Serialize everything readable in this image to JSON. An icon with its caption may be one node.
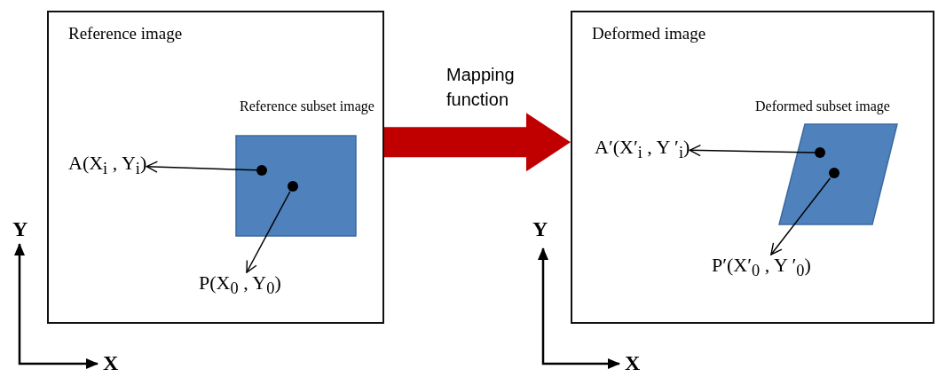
{
  "diagram": {
    "nodes": [
      {
        "text": [
          "Reference image"
        ]
      },
      {
        "text": [
          "Reference subset image"
        ],
        "in": 0
      },
      {
        "text": [],
        "shape": "circle",
        "in": 1
      },
      {
        "text": [],
        "shape": "circle",
        "in": 1
      },
      {
        "text": [
          "A(X$_{i}$ , Y$_{i}$)"
        ],
        "in": 0
      },
      {
        "text": [
          "P(X$_{0}$ , Y$_{0}$)"
        ],
        "in": 0
      },
      {
        "text": [
          "Deformed image"
        ]
      },
      {
        "text": [
          "Deformed subset image"
        ],
        "in": 6
      },
      {
        "text": [],
        "shape": "circle",
        "in": 7
      },
      {
        "text": [],
        "shape": "circle",
        "in": 7
      },
      {
        "text": [
          "A′(X′$_{i}$ , Y ′$_{i}$)"
        ],
        "in": 6
      },
      {
        "text": [
          "P′(X′$_{0}$ , Y ′$_{0}$)"
        ],
        "in": 6
      }
    ],
    "edges": [
      {
        "from": 2,
        "to": 4,
        "arrow": "to"
      },
      {
        "from": 3,
        "to": 5,
        "arrow": "to"
      },
      {
        "from": 0,
        "to": 6,
        "arrow": "to",
        "label": "Mapping function",
        "style": "thick",
        "color": "#c00000"
      },
      {
        "from": 8,
        "to": 10,
        "arrow": "to"
      },
      {
        "from": 9,
        "to": 11,
        "arrow": "to"
      }
    ],
    "labels": [
      "Y",
      "Y",
      "X",
      "X"
    ]
  }
}
